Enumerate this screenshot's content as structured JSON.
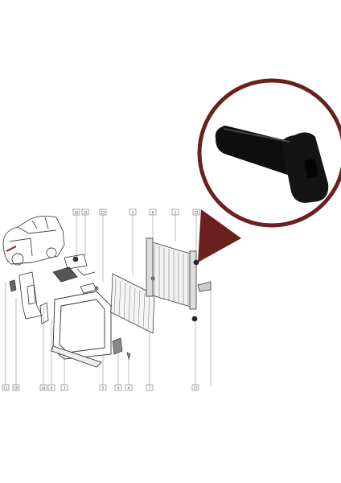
{
  "image": {
    "subject": "exploded parts diagram of a car radiator assembly with zoomed inset of a black plastic pin",
    "colors": {
      "frame": "#6b1f1f",
      "part": "#111111",
      "line": "#333333"
    }
  },
  "callouts": {
    "top": [
      "16",
      "15",
      "13",
      "2",
      "8",
      "1",
      "12"
    ],
    "bottom": [
      "11",
      "10",
      "14",
      "9",
      "3",
      "5",
      "6",
      "4",
      "7",
      "17"
    ]
  }
}
